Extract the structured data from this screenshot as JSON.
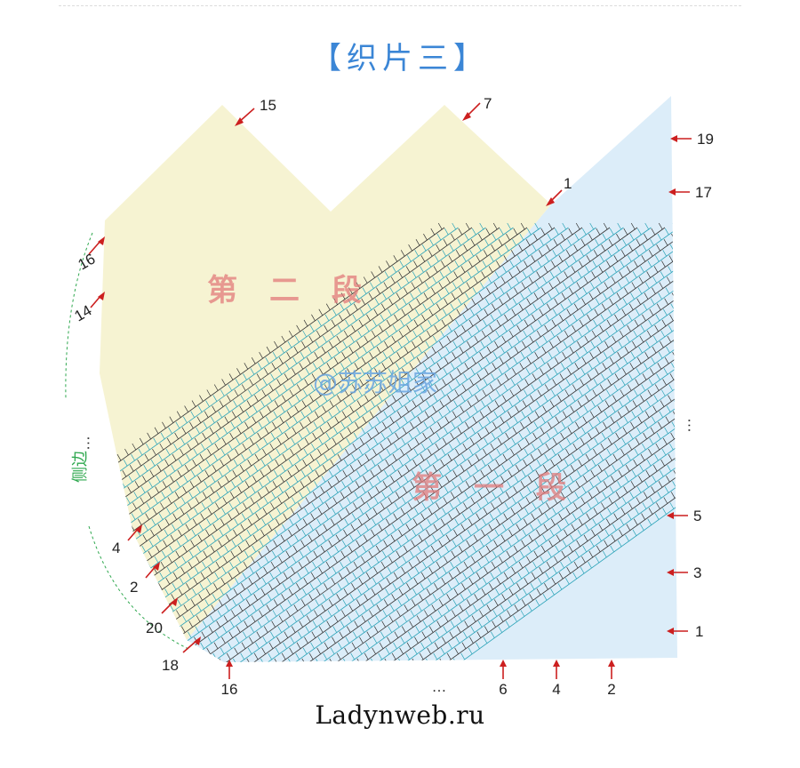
{
  "title": "【织片三】",
  "segment_labels": {
    "second": "第 二 段",
    "first": "第 一 段"
  },
  "watermark": "@苏苏姐家",
  "side_label": "侧边",
  "site": "Ladynweb.ru",
  "row_markers": {
    "top": [
      "15",
      "7",
      "1"
    ],
    "right": [
      "19",
      "17",
      "…",
      "5",
      "3",
      "1"
    ],
    "left": [
      "16",
      "14",
      "…",
      "4",
      "2",
      "20",
      "18"
    ],
    "bottom": [
      "16",
      "…",
      "6",
      "4",
      "2"
    ]
  },
  "colors": {
    "title": "#3b86d6",
    "marker": "#cc1f1f",
    "segment1_fill": "#dcedf9",
    "segment2_fill": "#f6f3d2",
    "stitch_dark": "#333333",
    "stitch_teal": "#2aa3b8",
    "side_line": "#2fa84f"
  }
}
